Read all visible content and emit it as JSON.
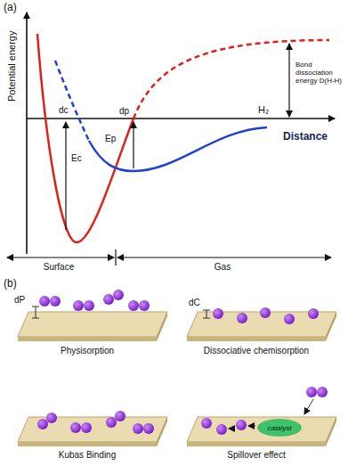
{
  "diagram": {
    "nodes": [
      {
        "text": [
          "catalyst"
        ]
      }
    ],
    "labels": [
      "(a)",
      "Potential energy",
      "Distance",
      "Bond dissociation energy D(H-H)",
      "H₂",
      "dc",
      "dp",
      "Ec",
      "Ep",
      "Surface",
      "Gas",
      "(b)",
      "dP",
      "Physisorption",
      "dC",
      "Dissociative chemisorption",
      "Kubas Binding",
      "Spillover effect"
    ]
  }
}
